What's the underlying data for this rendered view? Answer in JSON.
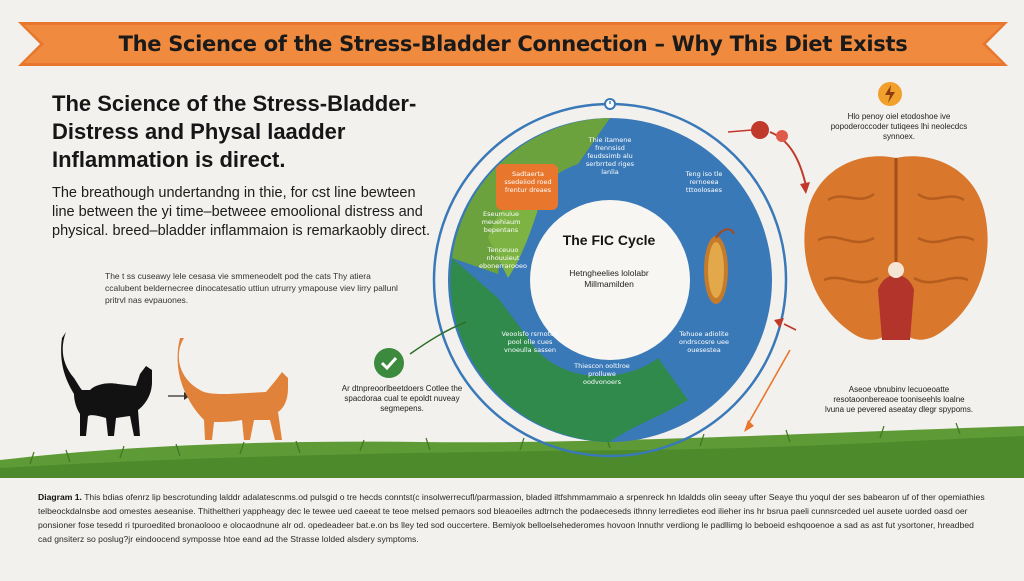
{
  "banner": {
    "title": "The Science of the Stress-Bladder Connection – Why This Diet Exists",
    "color": "#e8762d"
  },
  "left": {
    "headline": "The Science of the Stress-Bladder-Distress and Physal laadder Inflammation is direct.",
    "subhead": "The breathough undertandng in thie, for cst line bewteen line between the yi time–betweee emoolional distress and physical. breed–bladder inflammaion is remarkaobly direct.",
    "small": "The t ss cuseawy lele cesasa vie smmeneodelt pod the cats Thy atiera ccalubent beldernecree dinocatesatio uttiun utrurry ymapouse viev lirry pallunl pritrvl nas evpauones."
  },
  "cycle": {
    "title": "The FIC Cycle",
    "subtitle": "Hetngheelies lololabr Millmamilden",
    "segments": [
      {
        "label": "Thie itamene frennsisd feudssimb alu serbrrted riges lanlia",
        "color": "#3a79b8"
      },
      {
        "label": "Sadtaerta ssedeiiod roed frentur dreaes",
        "color": "#e8762d"
      },
      {
        "label": "Teng iso tle rernoeea tttoolosaes",
        "color": "#3a79b8"
      },
      {
        "label": "Tehuoe adiolite ondrscosre uee ouesestea",
        "color": "#3a79b8"
      },
      {
        "label": "Thiescon ooltlroe prolluwe oodvonoers",
        "color": "#3a79b8"
      },
      {
        "label": "Veoolsfo rsrnotelt pool olle cues vnoeulla sassen",
        "color": "#2f8a4c"
      },
      {
        "label": "Tenceuuo nhouuieut ebonerrarooeo",
        "color": "#2f8a4c"
      },
      {
        "label": "Eseumuiue meuehiaum bepentans",
        "color": "#6ba23d"
      }
    ],
    "colors": {
      "blue": "#3a79b8",
      "green": "#2f8a4c",
      "lightgreen": "#6ba23d",
      "orange": "#e8762d"
    }
  },
  "notes": {
    "left": "Ar dtnpreoorlbeetdoers Cotlee the spacdoraa cual te epoldt nuveay segmepens.",
    "right_top": "Hlo penoy oiel etodoshoe ive popoderoccoder tutiqees lhi neolecdcs synnoex.",
    "right_bottom": "Aseoe vbnubinv lecuoeoatte resotaoonbereaoe tooniseehls loalne lvuna ue pevered aseatay dlegr spypoms."
  },
  "caption": {
    "lead": "Diagram 1.",
    "text": "This bdias ofenrz lip bescrotunding lalddr adalatescnms.od pulsgid o tre hecds conntst(c insolwerrecufl/parmassion, bladed iltfshmmammaio a srpenreck hn ldaldds olin seeay ufter Seaye thu yoqul der ses babearon uf of ther opemiathies telbeockdalnsbe aod omestes aeseanise. Thitheltheri yappheagy dec le tewee ued caeeat te teoe melsed pemaors sod bleaoeiles adtrnch the podaeceseds ithnny lerredietes eod ilieher ins hr bsrua paeli cunnsrceded uel ausete uorded oasd oer ponsioner fose tesedd ri tpuroedited bronaolooo e olocaodnune alr od. opedeadeer bat.e.on bs lley ted sod ouccertere. Bemiyok belloelsehederomes hovoon lnnuthr verdiong le padllimg lo beboeid eshqooenoe a sad as ast fut ysortoner, hreadbed cad gnsiterz so poslug?jr eindoocend symposse htoe eand ad the Strasse lolded alsdery symptoms."
  },
  "colors": {
    "background": "#f3f1ee",
    "grass": "#5e9a35",
    "cat_orange": "#e0823a",
    "cat_black": "#121212",
    "brain": "#d9772c",
    "arrow_red": "#c0392b"
  },
  "icons": [
    "clock-icon",
    "check-icon",
    "lightning-icon",
    "cat-black-icon",
    "cat-orange-icon",
    "brain-icon",
    "bladder-icon"
  ]
}
